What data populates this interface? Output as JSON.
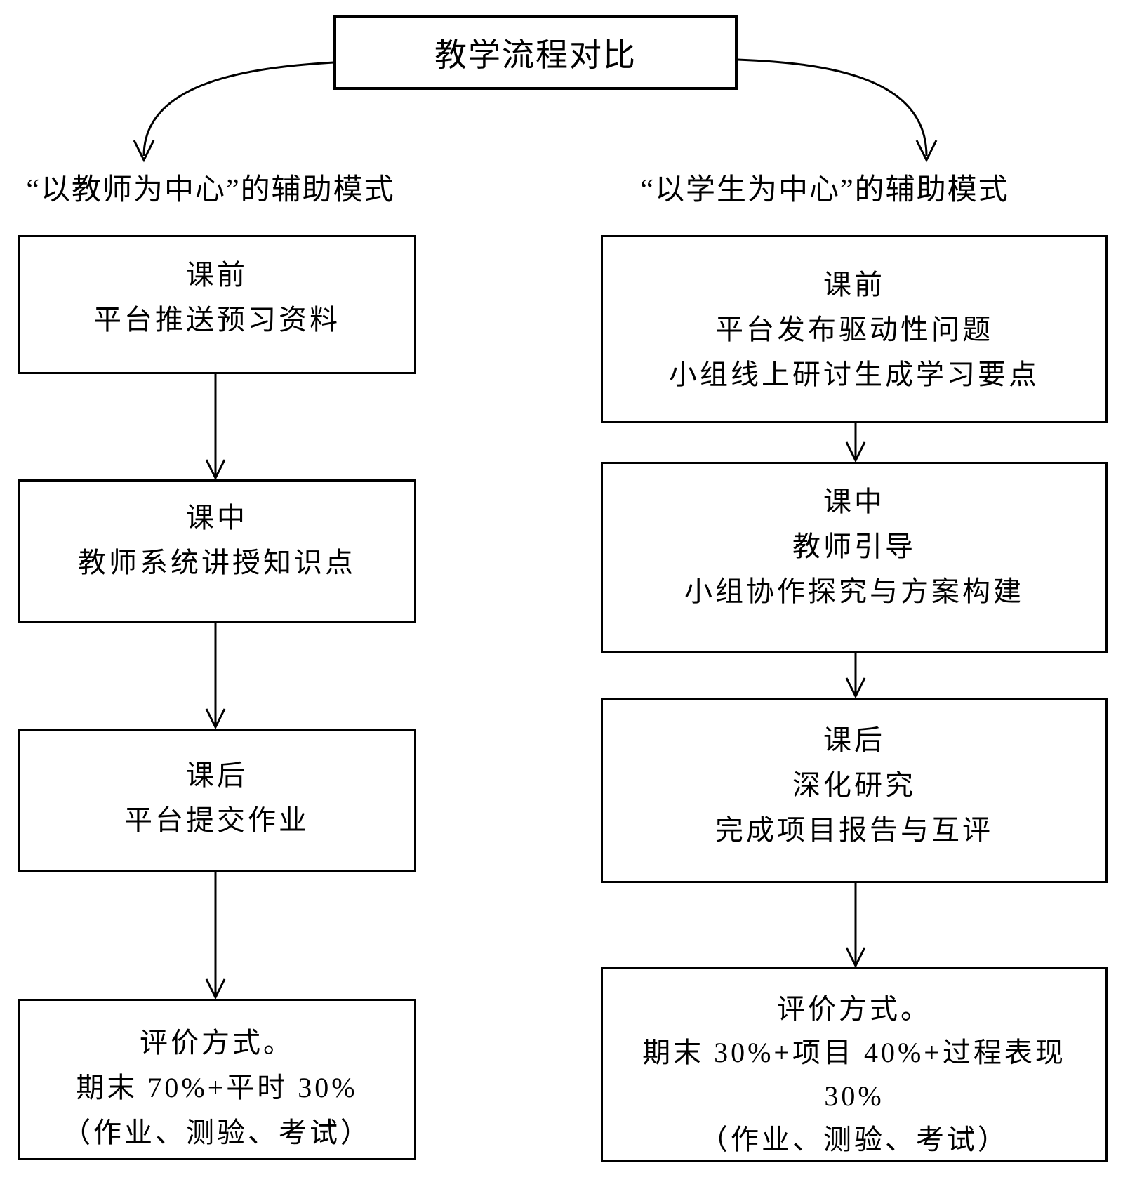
{
  "title": "教学流程对比",
  "left": {
    "heading": "“以教师为中心”的辅助模式",
    "boxes": [
      {
        "name": "pre-class",
        "lines": [
          "课前",
          "平台推送预习资料"
        ]
      },
      {
        "name": "in-class",
        "lines": [
          "课中",
          "教师系统讲授知识点"
        ]
      },
      {
        "name": "after-class",
        "lines": [
          "课后",
          "平台提交作业"
        ]
      },
      {
        "name": "assessment",
        "lines": [
          "评价方式。",
          "期末 70%+平时 30%",
          "（作业、测验、考试）"
        ]
      }
    ]
  },
  "right": {
    "heading": "“以学生为中心”的辅助模式",
    "boxes": [
      {
        "name": "pre-class",
        "lines": [
          "课前",
          "平台发布驱动性问题",
          "小组线上研讨生成学习要点"
        ]
      },
      {
        "name": "in-class",
        "lines": [
          "课中",
          "教师引导",
          "小组协作探究与方案构建"
        ]
      },
      {
        "name": "after-class",
        "lines": [
          "课后",
          "深化研究",
          "完成项目报告与互评"
        ]
      },
      {
        "name": "assessment",
        "lines": [
          "评价方式。",
          "期末 30%+项目 40%+过程表现",
          "30%",
          "（作业、测验、考试）"
        ]
      }
    ]
  },
  "colors": {
    "ink": "#000000",
    "paper": "#ffffff"
  }
}
